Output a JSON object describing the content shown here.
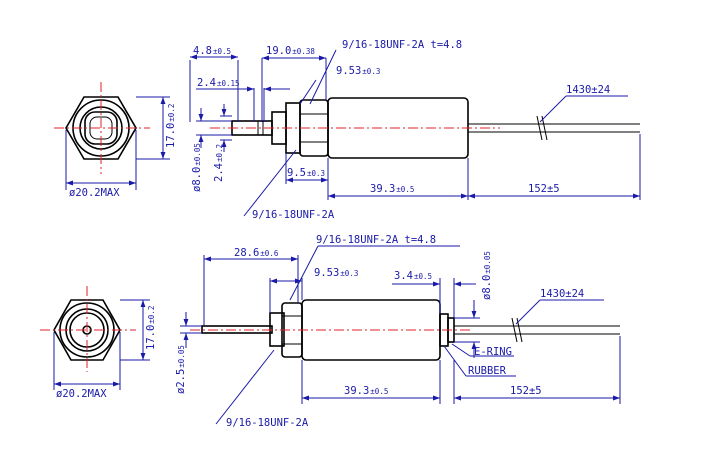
{
  "top_view": {
    "dim_48": {
      "main": "4.8",
      "tol": "±0.5"
    },
    "dim_190": {
      "main": "19.0",
      "tol": "±0.38"
    },
    "dim_24w": {
      "main": "2.4",
      "tol": "±0.15"
    },
    "thread_top": "9/16-18UNF-2A t=4.8",
    "dim_953": {
      "main": "9.53",
      "tol": "±0.3"
    },
    "lead_len": "1430±24",
    "dia_170": {
      "main": "17.0",
      "tol": "±0.2"
    },
    "dia_80": {
      "main": "ø8.0",
      "tol": "±0.05"
    },
    "dim_24h": {
      "main": "2.4",
      "tol": "±0.2"
    },
    "dim_95": {
      "main": "9.5",
      "tol": "±0.3"
    },
    "dim_393": {
      "main": "39.3",
      "tol": "±0.5"
    },
    "dim_152": "152±5",
    "thread_bottom": "9/16-18UNF-2A",
    "dia_max": "ø20.2MAX"
  },
  "bottom_view": {
    "dim_286": {
      "main": "28.6",
      "tol": "±0.6"
    },
    "thread_top": "9/16-18UNF-2A t=4.8",
    "dim_953": {
      "main": "9.53",
      "tol": "±0.3"
    },
    "dim_34": {
      "main": "3.4",
      "tol": "±0.5"
    },
    "dia_80": {
      "main": "ø8.0",
      "tol": "±0.05"
    },
    "lead_len": "1430±24",
    "dia_170": {
      "main": "17.0",
      "tol": "±0.2"
    },
    "dia_25": {
      "main": "ø2.5",
      "tol": "±0.05"
    },
    "ering": "E-RING",
    "rubber": "RUBBER",
    "dim_393": {
      "main": "39.3",
      "tol": "±0.5"
    },
    "dim_152": "152±5",
    "thread_bottom": "9/16-18UNF-2A",
    "dia_max": "ø20.2MAX"
  }
}
